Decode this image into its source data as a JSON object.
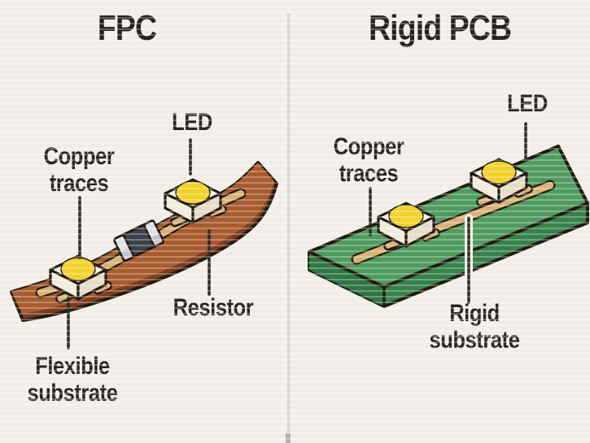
{
  "figure": {
    "type": "fpc-vs-rigid-pcb-comparison",
    "background_color": "#f1eee7",
    "divider_color": "#d8d6d1"
  },
  "left_panel": {
    "title": "FPC",
    "labels": {
      "led": "LED",
      "copper_traces": "Copper traces",
      "resistor": "Resistor",
      "flexible_substrate": "Flexible substrate"
    },
    "colors": {
      "substrate_top": "#a85c2e",
      "substrate_edge": "#7c3b1c"
    }
  },
  "right_panel": {
    "title": "Rigid PCB",
    "labels": {
      "led": "LED",
      "copper_traces": "Copper traces",
      "rigid_substrate": "Rigid substrate"
    },
    "colors": {
      "substrate_top": "#4f9b5e",
      "substrate_front": "#36824a",
      "substrate_end": "#2e7743"
    }
  },
  "shared_colors": {
    "copper_trace": "#d9b377",
    "led_package": "#f8f4e9",
    "led_package_left": "#f2ecdb",
    "led_package_right": "#e6ddc8",
    "led_dome_yellow": "#f3d22c",
    "resistor_body": "#3d4249",
    "resistor_caps": "#dfe1e5",
    "outline": "#221a10",
    "label_text": "#29251f",
    "leader_line": "#2e2a25"
  }
}
